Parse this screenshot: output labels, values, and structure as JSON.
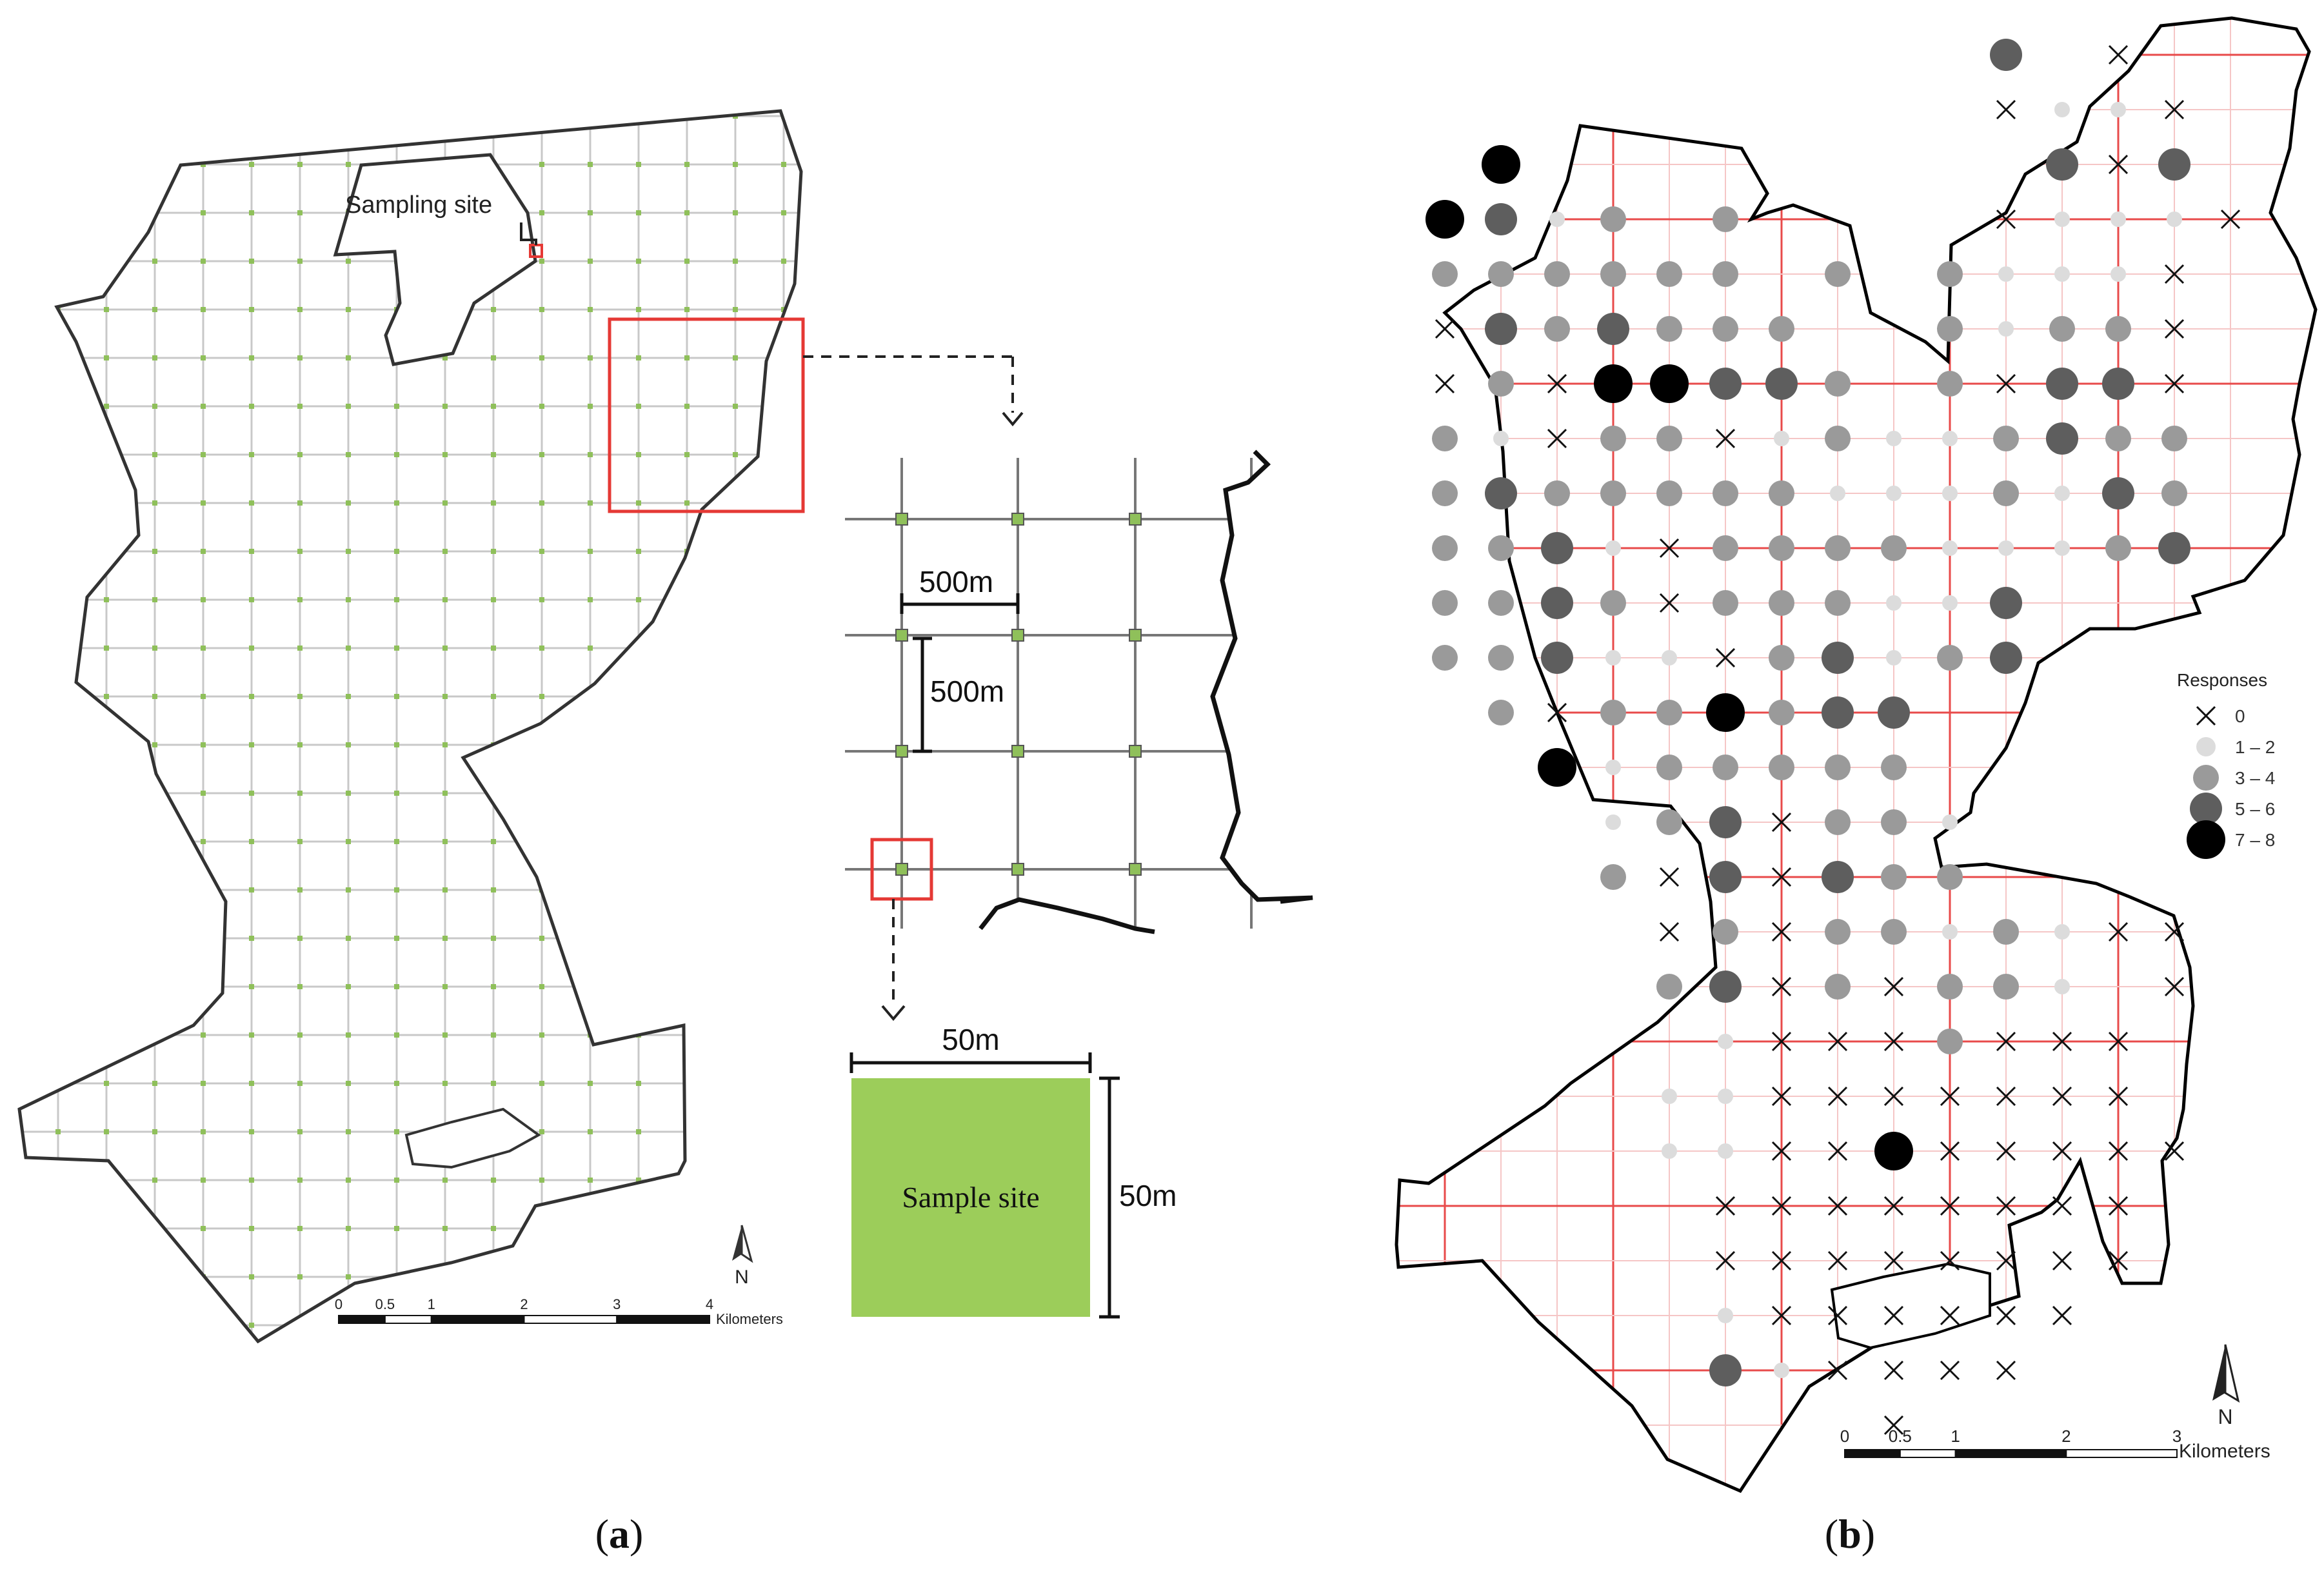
{
  "panels": [
    {
      "id": "a",
      "caption_letter": "a",
      "callouts": {
        "sampling_site": "Sampling site",
        "grid_spacing_h": "500m",
        "grid_spacing_v": "500m",
        "plot_width": "50m",
        "plot_height": "50m",
        "plot_label": "Sample site"
      },
      "north_label": "N",
      "scale_bar": {
        "ticks": [
          "0",
          "0.5",
          "1",
          "2",
          "3",
          "4"
        ],
        "unit": "Kilometers"
      },
      "colors": {
        "grid": "#c8c8c8",
        "site_marker": "#8fc05a",
        "highlight_box": "#e53935",
        "sample_plot_fill": "#9ccd5a",
        "boundary": "#333333"
      }
    },
    {
      "id": "b",
      "caption_letter": "b",
      "north_label": "N",
      "scale_bar": {
        "ticks": [
          "0",
          "0.5",
          "1",
          "2",
          "3"
        ],
        "unit": "Kilometers"
      },
      "legend": {
        "title": "Responses",
        "items": [
          {
            "label": "0",
            "symbol": "cross"
          },
          {
            "label": "1 – 2",
            "symbol": "circle",
            "color": "#dcdcdc"
          },
          {
            "label": "3 – 4",
            "symbol": "circle",
            "color": "#9a9a9a"
          },
          {
            "label": "5 – 6",
            "symbol": "circle",
            "color": "#5e5e5e"
          },
          {
            "label": "7 – 8",
            "symbol": "circle",
            "color": "#000000"
          }
        ]
      },
      "colors": {
        "grid": "#f5c6c6",
        "major_grid": "#e84a4a",
        "boundary": "#000000"
      },
      "response_codes": {
        "key": "0 = cross, 1 = 1–2, 2 = 3–4, 3 = 5–6, 4 = 7–8, - = no site",
        "rows": [
          "----------3-0--",
          "----------0110-",
          "-4---------303-",
          "4312-2----01110",
          "222222-2-21110-",
          "0323222--21220-",
          "02044332-20330-",
          "21022012112322-",
          "23222221112132-",
          "22310222211123-",
          "22320222113----",
          "22311023123----",
          "-20224233------",
          "--4122222------",
          "---1230221-----",
          "---2030322-----",
          "----0202212100-",
          "----23020221-0-",
          "-----10002000--",
          "----110000000--",
          "----1100400000-",
          "-----00000000--",
          "-----00000000--",
          "-----1000000---",
          "-----310000----",
          "--------0------"
        ]
      }
    }
  ]
}
